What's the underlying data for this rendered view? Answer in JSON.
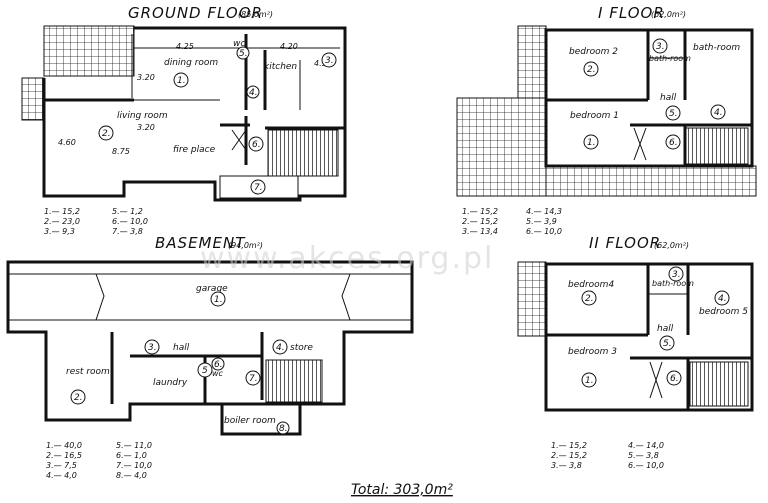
{
  "watermark": "www.akces.org.pl",
  "total": "Total: 303,0m²",
  "floors": {
    "ground": {
      "title": "GROUND FLOOR",
      "area": "(85,0m²)",
      "rooms": {
        "dining": "dining room",
        "living": "living room",
        "kitchen": "kitchen",
        "wc": "wc",
        "fireplace": "fire place"
      },
      "dims": {
        "d425": "4.25",
        "d420": "4.20",
        "d450": "4.50",
        "d320a": "3.20",
        "d320b": "3.20",
        "d460": "4.60",
        "d875": "8.75"
      },
      "nums": [
        "1.",
        "2.",
        "3.",
        "4.",
        "5.",
        "6.",
        "7."
      ],
      "legend": [
        "1.— 15,2",
        "2.— 23,0",
        "3.— 9,3",
        "5.— 1,2",
        "6.— 10,0",
        "7.— 3,8"
      ]
    },
    "first": {
      "title": "I FLOOR",
      "area": "(62,0m²)",
      "rooms": {
        "bedroom2": "bedroom 2",
        "bedroom1": "bedroom 1",
        "bathroom": "bath-room",
        "bathroom_small": "bath-room",
        "hall": "hall"
      },
      "nums": [
        "1.",
        "2.",
        "3.",
        "4.",
        "5.",
        "6."
      ],
      "legend": [
        "1.— 15,2",
        "2.— 15,2",
        "3.— 13,4",
        "4.— 14,3",
        "5.— 3,9",
        "6.— 10,0"
      ]
    },
    "basement": {
      "title": "BASEMENT",
      "area": "(94,0m²)",
      "rooms": {
        "garage": "garage",
        "rest": "rest room",
        "hall": "hall",
        "store": "store",
        "laundry": "laundry",
        "wc": "wc",
        "boiler": "boiler room"
      },
      "nums": [
        "1.",
        "2.",
        "3.",
        "4.",
        "5",
        "6.",
        "7.",
        "8."
      ],
      "legend": [
        "1.— 40,0",
        "2.— 16,5",
        "3.— 7,5",
        "4.— 4,0",
        "5.— 11,0",
        "6.— 1,0",
        "7.— 10,0",
        "8.— 4,0"
      ]
    },
    "second": {
      "title": "II FLOOR",
      "area": "(62,0m²)",
      "rooms": {
        "bedroom4": "bedroom4",
        "bedroom3": "bedroom 3",
        "bedroom5": "bedroom 5",
        "bathroom": "bath-room",
        "hall": "hall"
      },
      "nums": [
        "1.",
        "2.",
        "3.",
        "4.",
        "5.",
        "6."
      ],
      "legend": [
        "1.— 15,2",
        "2.— 15,2",
        "3.— 3,8",
        "4.— 14,0",
        "5.— 3,8",
        "6.— 10,0"
      ]
    }
  }
}
